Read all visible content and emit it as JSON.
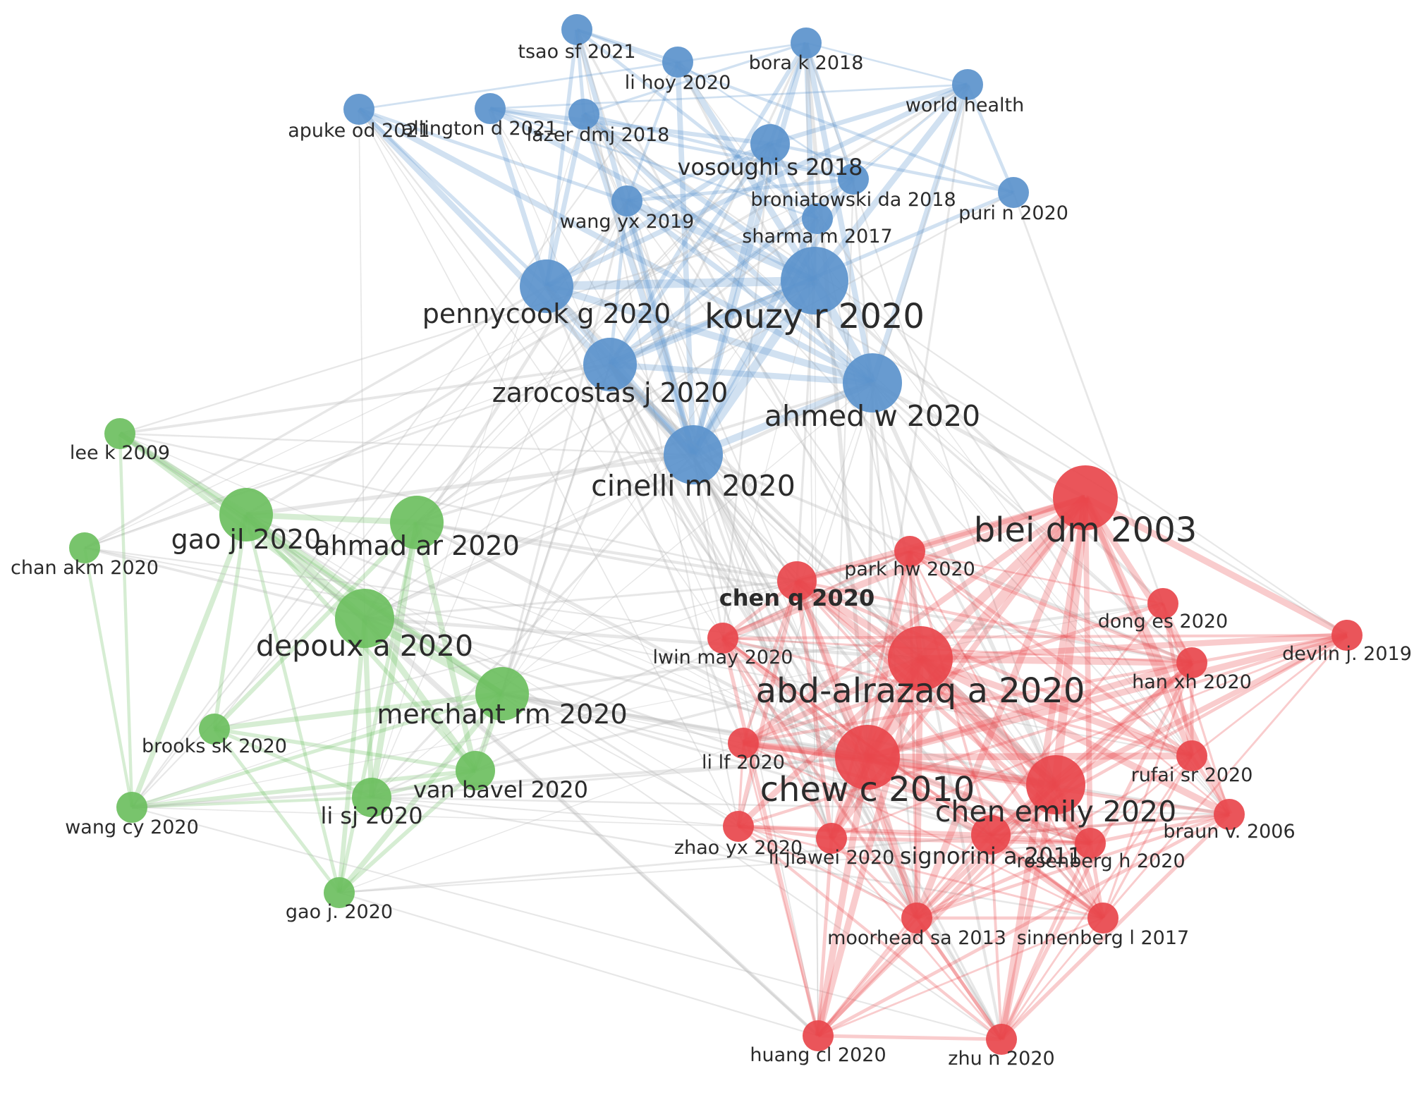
{
  "colors": {
    "background": "#ffffff",
    "label": "#2b2b2b",
    "cross_cluster_edge": "#b4b4b4",
    "cluster_blue": "#5b93cc",
    "cluster_green": "#6cbf60",
    "cluster_red": "#e8474c"
  },
  "network": {
    "nodes": [
      {
        "id": "tsao sf 2021",
        "label": "tsao sf 2021",
        "cluster": "blue",
        "weight": 1
      },
      {
        "id": "bora k 2018",
        "label": "bora k 2018",
        "cluster": "blue",
        "weight": 1
      },
      {
        "id": "li hoy 2020",
        "label": "li hoy 2020",
        "cluster": "blue",
        "weight": 1
      },
      {
        "id": "world health",
        "label": "world health",
        "cluster": "blue",
        "weight": 1
      },
      {
        "id": "apuke od 2021",
        "label": "apuke od 2021",
        "cluster": "blue",
        "weight": 1
      },
      {
        "id": "allington d 2021",
        "label": "allington d 2021",
        "cluster": "blue",
        "weight": 1
      },
      {
        "id": "lazer dmj 2018",
        "label": "lazer dmj 2018",
        "cluster": "blue",
        "weight": 1
      },
      {
        "id": "vosoughi s 2018",
        "label": "vosoughi s 2018",
        "cluster": "blue",
        "weight": 2
      },
      {
        "id": "broniatowski da 2018",
        "label": "broniatowski da 2018",
        "cluster": "blue",
        "weight": 1
      },
      {
        "id": "wang yx 2019",
        "label": "wang yx 2019",
        "cluster": "blue",
        "weight": 1
      },
      {
        "id": "sharma m 2017",
        "label": "sharma m 2017",
        "cluster": "blue",
        "weight": 1
      },
      {
        "id": "puri n 2020",
        "label": "puri n 2020",
        "cluster": "blue",
        "weight": 1
      },
      {
        "id": "pennycook g 2020",
        "label": "pennycook g 2020",
        "cluster": "blue",
        "weight": 3
      },
      {
        "id": "kouzy r 2020",
        "label": "kouzy r 2020",
        "cluster": "blue",
        "weight": 5
      },
      {
        "id": "zarocostas j 2020",
        "label": "zarocostas j 2020",
        "cluster": "blue",
        "weight": 3
      },
      {
        "id": "ahmed w 2020",
        "label": "ahmed w 2020",
        "cluster": "blue",
        "weight": 4
      },
      {
        "id": "cinelli m 2020",
        "label": "cinelli m 2020",
        "cluster": "blue",
        "weight": 4
      },
      {
        "id": "lee k 2009",
        "label": "lee k 2009",
        "cluster": "green",
        "weight": 1
      },
      {
        "id": "gao jl 2020",
        "label": "gao jl 2020",
        "cluster": "green",
        "weight": 3
      },
      {
        "id": "ahmad ar 2020",
        "label": "ahmad ar 2020",
        "cluster": "green",
        "weight": 3
      },
      {
        "id": "chan akm 2020",
        "label": "chan akm 2020",
        "cluster": "green",
        "weight": 1
      },
      {
        "id": "depoux a 2020",
        "label": "depoux a 2020",
        "cluster": "green",
        "weight": 4
      },
      {
        "id": "merchant rm 2020",
        "label": "merchant rm 2020",
        "cluster": "green",
        "weight": 3
      },
      {
        "id": "brooks sk 2020",
        "label": "brooks sk 2020",
        "cluster": "green",
        "weight": 1
      },
      {
        "id": "van bavel 2020",
        "label": "van bavel 2020",
        "cluster": "green",
        "weight": 2
      },
      {
        "id": "li sj 2020",
        "label": "li sj 2020",
        "cluster": "green",
        "weight": 2
      },
      {
        "id": "wang cy 2020",
        "label": "wang cy 2020",
        "cluster": "green",
        "weight": 1
      },
      {
        "id": "gao j. 2020",
        "label": "gao j. 2020",
        "cluster": "green",
        "weight": 1
      },
      {
        "id": "blei dm 2003",
        "label": "blei dm 2003",
        "cluster": "red",
        "weight": 5
      },
      {
        "id": "park hw 2020",
        "label": "park hw 2020",
        "cluster": "red",
        "weight": 1
      },
      {
        "id": "chen q 2020",
        "label": "chen q 2020",
        "cluster": "red",
        "weight": 2,
        "bold": true
      },
      {
        "id": "dong es 2020",
        "label": "dong es 2020",
        "cluster": "red",
        "weight": 1
      },
      {
        "id": "devlin j. 2019",
        "label": "devlin j. 2019",
        "cluster": "red",
        "weight": 1
      },
      {
        "id": "lwin may 2020",
        "label": "lwin may 2020",
        "cluster": "red",
        "weight": 1
      },
      {
        "id": "abd-alrazaq a 2020",
        "label": "abd-alrazaq a 2020",
        "cluster": "red",
        "weight": 5
      },
      {
        "id": "han xh 2020",
        "label": "han xh 2020",
        "cluster": "red",
        "weight": 1
      },
      {
        "id": "li lf 2020",
        "label": "li lf 2020",
        "cluster": "red",
        "weight": 1
      },
      {
        "id": "chew c 2010",
        "label": "chew c 2010",
        "cluster": "red",
        "weight": 5
      },
      {
        "id": "chen emily 2020",
        "label": "chen emily 2020",
        "cluster": "red",
        "weight": 4
      },
      {
        "id": "rufai sr 2020",
        "label": "rufai sr 2020",
        "cluster": "red",
        "weight": 1
      },
      {
        "id": "braun v. 2006",
        "label": "braun v. 2006",
        "cluster": "red",
        "weight": 1
      },
      {
        "id": "zhao yx 2020",
        "label": "zhao yx 2020",
        "cluster": "red",
        "weight": 1
      },
      {
        "id": "li jiawei 2020",
        "label": "li jiawei 2020",
        "cluster": "red",
        "weight": 1
      },
      {
        "id": "signorini a 2011",
        "label": "signorini a 2011",
        "cluster": "red",
        "weight": 2
      },
      {
        "id": "rosenberg h 2020",
        "label": "rosenberg h 2020",
        "cluster": "red",
        "weight": 1
      },
      {
        "id": "moorhead sa 2013",
        "label": "moorhead sa 2013",
        "cluster": "red",
        "weight": 1
      },
      {
        "id": "sinnenberg l 2017",
        "label": "sinnenberg l 2017",
        "cluster": "red",
        "weight": 1
      },
      {
        "id": "huang cl 2020",
        "label": "huang cl 2020",
        "cluster": "red",
        "weight": 1
      },
      {
        "id": "zhu n 2020",
        "label": "zhu n 2020",
        "cluster": "red",
        "weight": 1
      }
    ]
  }
}
